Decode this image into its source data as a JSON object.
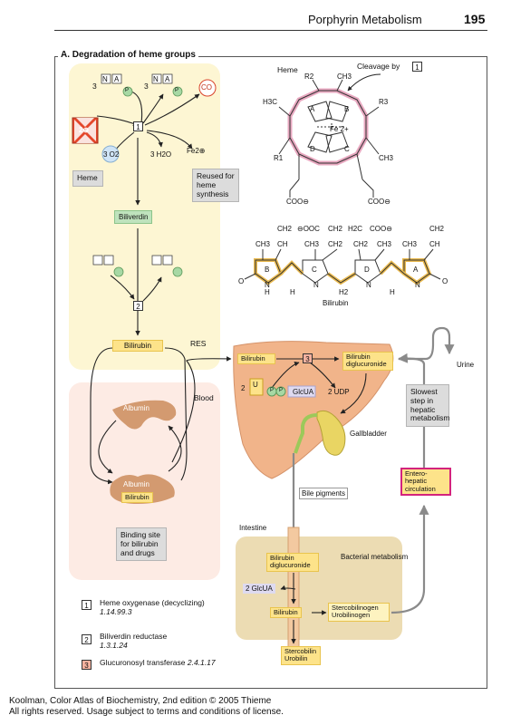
{
  "header": {
    "title": "Porphyrin Metabolism",
    "page": "195"
  },
  "section_title": "A. Degradation of heme groups",
  "heme_panel": {
    "label": "Heme",
    "cleavage": "Cleavage by",
    "cleavage_num": "1",
    "r2": "R2",
    "ch3_top": "CH3",
    "h3c": "H3C",
    "r3": "R3",
    "r1": "R1",
    "ch3_bot": "CH3",
    "ring_a": "A",
    "ring_b": "B",
    "ring_c": "C",
    "ring_d": "D",
    "fe": "Fe 2+",
    "coo_left": "COO⊖",
    "coo_right": "COO⊖"
  },
  "bilirubin_struct": {
    "label": "Bilirubin",
    "top_groups": [
      "CH3",
      "CH",
      "CH3",
      "CH2",
      "CH2",
      "CH3",
      "CH3",
      "CH"
    ],
    "top2": [
      "CH2",
      "⊖OOC",
      "CH2",
      "H2C",
      "COO⊖",
      "CH2"
    ],
    "rings": [
      "B",
      "C",
      "D",
      "A"
    ],
    "o_left": "O",
    "o_right": "O",
    "nh": [
      "N",
      "H",
      "H",
      "N",
      "H2",
      "N",
      "H",
      "N"
    ]
  },
  "left_flow": {
    "three_left": "3",
    "three_right": "3",
    "co": "CO",
    "heme_icon": "2⊕",
    "step1": "1",
    "o2": "3 O2",
    "h2o": "3 H2O",
    "fe2": "Fe2⊕",
    "heme_label": "Heme",
    "reused": "Reused for heme synthesis",
    "biliverdin": "Biliverdin",
    "step2": "2",
    "bilirubin": "Bilirubin",
    "res": "RES",
    "pills": [
      "N",
      "A",
      "P",
      "N",
      "A",
      "P"
    ]
  },
  "blood": {
    "label": "Blood",
    "albumin_top": "Albumin",
    "albumin_bottom": "Albumin",
    "bilirubin": "Bilirubin",
    "binding": "Binding site for bilirubin and drugs"
  },
  "liver": {
    "bilirubin": "Bilirubin",
    "step3": "3",
    "diglucuronide": "Bilirubin diglucuronide",
    "udp_left": "2",
    "u": "U",
    "p1": "P",
    "p2": "P",
    "glcua": "GlcUA",
    "udp": "2 UDP",
    "slowest": "Slowest step in hepatic metabolism",
    "gallbladder": "Gallbladder",
    "urine": "Urine",
    "bile_pigments": "Bile pigments",
    "enterohepatic": "Entero-hepatic circulation"
  },
  "intestine": {
    "label": "Intestine",
    "diglucuronide": "Bilirubin diglucuronide",
    "bacterial": "Bacterial metabolism",
    "glcua": "2 GlcUA",
    "bilirubin": "Bilirubin",
    "stercobilinogen": "Stercobilinogen Urobilinogen",
    "stercobilin": "Stercobilin Urobilin"
  },
  "legend": [
    {
      "num": "1",
      "name": "Heme oxygenase (decyclizing)",
      "ec": "1.14.99.3"
    },
    {
      "num": "2",
      "name": "Biliverdin reductase",
      "ec": "1.3.1.24"
    },
    {
      "num": "3",
      "name": "Glucuronosyl transferase",
      "ec": "2.4.1.17"
    }
  ],
  "footer": {
    "line1": "Koolman, Color Atlas of Biochemistry, 2nd edition © 2005 Thieme",
    "line2": "All rights reserved. Usage subject to terms and conditions of license."
  },
  "colors": {
    "res_bg": "#fdf6d3",
    "blood_bg": "#fdebe4",
    "intestine_bg": "#ecdcb3",
    "liver": "#f1b48a",
    "albumin": "#d39a70",
    "accent_red": "#d9442b"
  }
}
